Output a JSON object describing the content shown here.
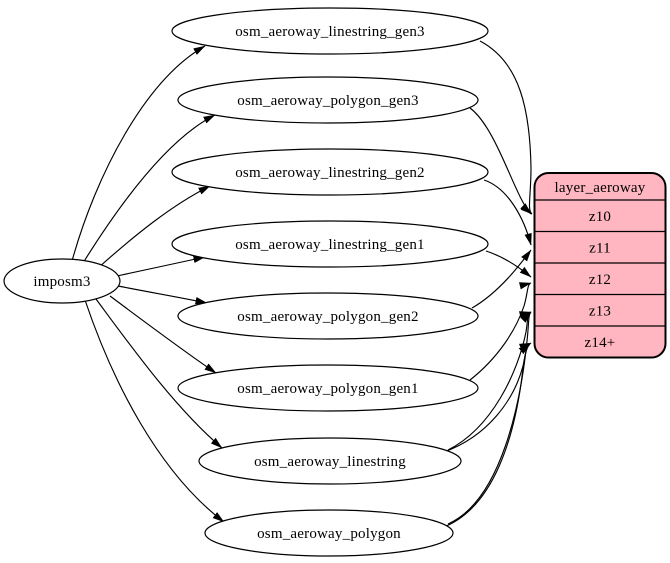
{
  "diagram": {
    "background_color": "#ffffff",
    "edge_color": "#000000",
    "source": {
      "id": "imposm3",
      "label": "imposm3"
    },
    "tables": [
      {
        "id": "osm_aeroway_linestring_gen3",
        "label": "osm_aeroway_linestring_gen3"
      },
      {
        "id": "osm_aeroway_polygon_gen3",
        "label": "osm_aeroway_polygon_gen3"
      },
      {
        "id": "osm_aeroway_linestring_gen2",
        "label": "osm_aeroway_linestring_gen2"
      },
      {
        "id": "osm_aeroway_linestring_gen1",
        "label": "osm_aeroway_linestring_gen1"
      },
      {
        "id": "osm_aeroway_polygon_gen2",
        "label": "osm_aeroway_polygon_gen2"
      },
      {
        "id": "osm_aeroway_polygon_gen1",
        "label": "osm_aeroway_polygon_gen1"
      },
      {
        "id": "osm_aeroway_linestring",
        "label": "osm_aeroway_linestring"
      },
      {
        "id": "osm_aeroway_polygon",
        "label": "osm_aeroway_polygon"
      }
    ],
    "layer": {
      "id": "layer_aeroway",
      "header": "layer_aeroway",
      "zoom_rows": [
        "z10",
        "z11",
        "z12",
        "z13",
        "z14+"
      ],
      "fill_color": "#ffb6c1",
      "border_color": "#000000"
    },
    "edges": [
      {
        "from": "imposm3",
        "to": "osm_aeroway_linestring_gen3"
      },
      {
        "from": "imposm3",
        "to": "osm_aeroway_polygon_gen3"
      },
      {
        "from": "imposm3",
        "to": "osm_aeroway_linestring_gen2"
      },
      {
        "from": "imposm3",
        "to": "osm_aeroway_linestring_gen1"
      },
      {
        "from": "imposm3",
        "to": "osm_aeroway_polygon_gen2"
      },
      {
        "from": "imposm3",
        "to": "osm_aeroway_polygon_gen1"
      },
      {
        "from": "imposm3",
        "to": "osm_aeroway_linestring"
      },
      {
        "from": "imposm3",
        "to": "osm_aeroway_polygon"
      },
      {
        "from": "osm_aeroway_linestring_gen3",
        "to": "layer_aeroway.z10"
      },
      {
        "from": "osm_aeroway_polygon_gen3",
        "to": "layer_aeroway.z10"
      },
      {
        "from": "osm_aeroway_linestring_gen2",
        "to": "layer_aeroway.z11"
      },
      {
        "from": "osm_aeroway_polygon_gen2",
        "to": "layer_aeroway.z11"
      },
      {
        "from": "osm_aeroway_linestring_gen1",
        "to": "layer_aeroway.z12"
      },
      {
        "from": "osm_aeroway_polygon_gen1",
        "to": "layer_aeroway.z12"
      },
      {
        "from": "osm_aeroway_linestring",
        "to": "layer_aeroway.z13"
      },
      {
        "from": "osm_aeroway_linestring",
        "to": "layer_aeroway.z14+"
      },
      {
        "from": "osm_aeroway_polygon",
        "to": "layer_aeroway.z13"
      },
      {
        "from": "osm_aeroway_polygon",
        "to": "layer_aeroway.z14+"
      }
    ]
  }
}
